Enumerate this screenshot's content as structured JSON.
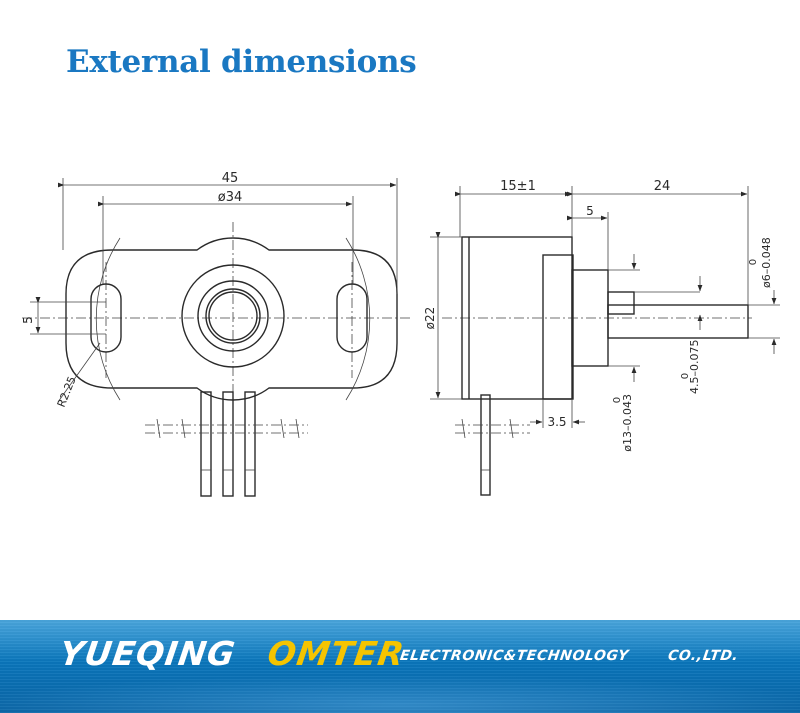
{
  "title": "External dimensions",
  "colors": {
    "title": "#1a78c2",
    "banner": "#0a7ac2",
    "accent": "#f5c400",
    "line": "#2a2a2a"
  },
  "front_view": {
    "dim_width": "45",
    "dim_hole_spacing": "ø34",
    "dim_slot": "5",
    "dim_radius": "R2.25"
  },
  "side_view": {
    "dim_body": "15±1",
    "dim_shaft_length": "24",
    "dim_boss": "5",
    "dim_body_dia": "ø22",
    "dim_step": "3.5",
    "tol_shaft_top": "0",
    "tol_shaft": "ø6–0.048",
    "tol_boss_top": "0",
    "tol_boss": "ø13–0.043",
    "tol_flat_top": "0",
    "tol_flat": "4.5–0.075"
  },
  "banner": {
    "brand_name": "YUEQING",
    "brand_mark": "OMTER",
    "tagline": "ELECTRONIC&TECHNOLOGY",
    "suffix": "CO.,LTD."
  }
}
